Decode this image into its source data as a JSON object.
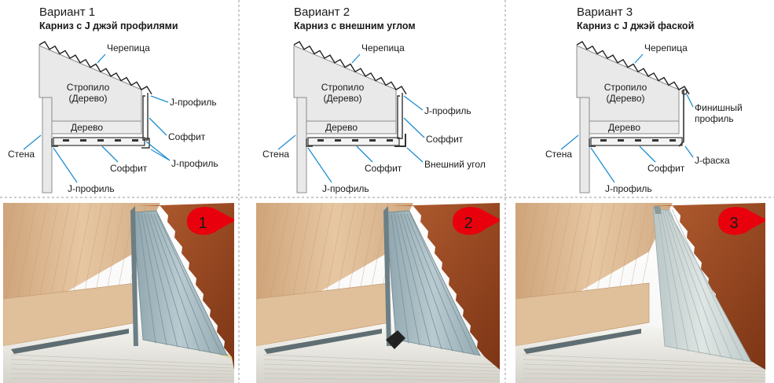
{
  "panels": [
    {
      "title": "Вариант 1",
      "subtitle": "Карниз с J джэй профилями",
      "labels": {
        "tile": "Черепица",
        "rafter_1": "Стропило",
        "rafter_2": "(Дерево)",
        "wood": "Дерево",
        "wall": "Стена",
        "j_profile_left": "J-профиль",
        "soffit_bottom": "Соффит",
        "j_profile_right_top": "J-профиль",
        "soffit_right": "Соффит",
        "j_profile_right_bottom": "J-профиль"
      },
      "badge": "1"
    },
    {
      "title": "Вариант 2",
      "subtitle": "Карниз с внешним углом",
      "labels": {
        "tile": "Черепица",
        "rafter_1": "Стропило",
        "rafter_2": "(Дерево)",
        "wood": "Дерево",
        "wall": "Стена",
        "j_profile_left": "J-профиль",
        "soffit_bottom": "Соффит",
        "j_profile_right_top": "J-профиль",
        "soffit_right": "Соффит",
        "outer_corner": "Внешний угол"
      },
      "badge": "2"
    },
    {
      "title": "Вариант 3",
      "subtitle": "Карниз с J джэй фаской",
      "labels": {
        "tile": "Черепица",
        "rafter_1": "Стропило",
        "rafter_2": "(Дерево)",
        "wood": "Дерево",
        "wall": "Стена",
        "j_profile_left": "J-профиль",
        "soffit_bottom": "Соффит",
        "finish_1": "Финишный",
        "finish_2": "профиль",
        "j_chamfer": "J-фаска"
      },
      "badge": "3"
    }
  ],
  "colors": {
    "leader": "#1f8fd0",
    "badge": "#e8000c",
    "structure_fill": "#e9e9e9",
    "structure_stroke": "#8c8c8c",
    "wood_photo": "#d8b48e",
    "vinyl": "#a9bcc3",
    "roof_tile": "#9a4a22"
  }
}
